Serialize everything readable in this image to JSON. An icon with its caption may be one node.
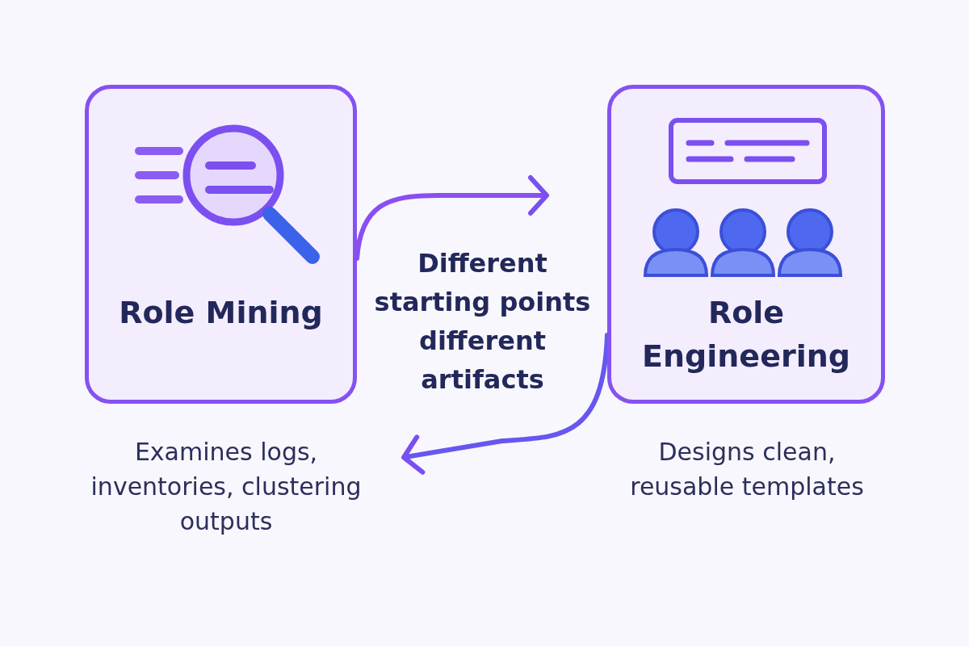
{
  "diagram": {
    "nodes": [
      {
        "text": [
          "Role Mining"
        ],
        "beside": [
          "Examines logs, inventories, clustering outputs"
        ]
      },
      {
        "text": [
          "Role Engineering"
        ],
        "beside": [
          "Designs clean, reusable templates"
        ]
      }
    ],
    "edges": [
      {
        "from": 0,
        "to": null,
        "arrow": "to"
      },
      {
        "from": 1,
        "to": null,
        "arrow": "to"
      }
    ],
    "labels": [
      "Different starting points different artifacts"
    ]
  }
}
